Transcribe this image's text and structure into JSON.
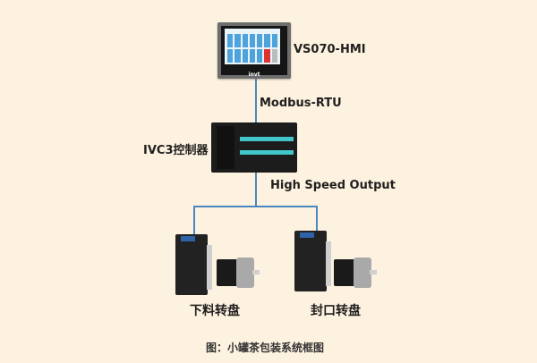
{
  "labels": {
    "hmi": "VS070-HMI",
    "hmi_logo": "invt",
    "link_top": "Modbus-RTU",
    "controller": "IVC3控制器",
    "link_bottom": "High Speed Output",
    "drive_left": "下料转盘",
    "drive_right": "封口转盘"
  },
  "caption": "图：小罐茶包装系统框图",
  "colors": {
    "background": "#fdf2df",
    "connector": "#4a86c0",
    "accent_strip": "#43c6c9"
  }
}
